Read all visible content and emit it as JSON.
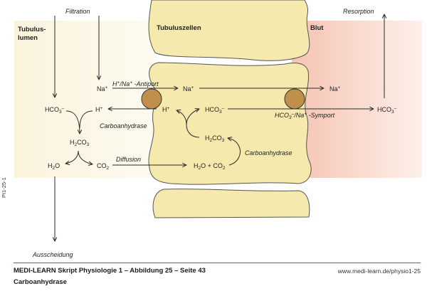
{
  "regions": {
    "lumen": "Tubulus-\nlumen",
    "lumen_line1": "Tubulus-",
    "lumen_line2": "lumen",
    "cells": "Tubuluszellen",
    "blood": "Blut"
  },
  "flows": {
    "filtration": "Filtration",
    "resorption": "Resorption",
    "excretion": "Ausscheidung",
    "diffusion": "Diffusion"
  },
  "transporters": {
    "antiport": {
      "main": "H",
      "sup1": "+",
      "mid": "/Na",
      "sup2": "+",
      "tail": " -Antiport"
    },
    "symport": {
      "main": "HCO",
      "sub": "3",
      "sup1": "–",
      "mid": "/Na",
      "sup2": "+",
      "tail": " -Symport"
    }
  },
  "enzymes": {
    "lumen": "Carboanhydrase",
    "cell": "Carboanhydrase"
  },
  "species": {
    "na": "Na",
    "na_charge": "+",
    "h": "H",
    "h_charge": "+",
    "hco3": "HCO",
    "hco3_sub": "3",
    "hco3_charge": "–",
    "h2co3_a": "H",
    "h2co3_sub1": "2",
    "h2co3_b": "CO",
    "h2co3_sub2": "3",
    "h2o_a": "H",
    "h2o_sub": "2",
    "h2o_b": "O",
    "co2_a": "CO",
    "co2_sub": "2",
    "h2o_co2": "H",
    "h2o_co2_sub1": "2",
    "h2o_co2_mid": "O + CO",
    "h2o_co2_sub2": "2"
  },
  "colors": {
    "cell_fill": "#f5e9ad",
    "transporter": "#c0904a",
    "blood_tint": "#f6c7b8",
    "lumen_tint": "#fbf4df",
    "footer_rule": "#3d6fa8"
  },
  "footer": {
    "title": "MEDI-LEARN Skript Physiologie 1 – Abbildung 25 – Seite 43",
    "subtitle": "Carboanhydrase",
    "url": "www.medi-learn.de/physio1-25",
    "side_code": "PI1-25-1"
  }
}
